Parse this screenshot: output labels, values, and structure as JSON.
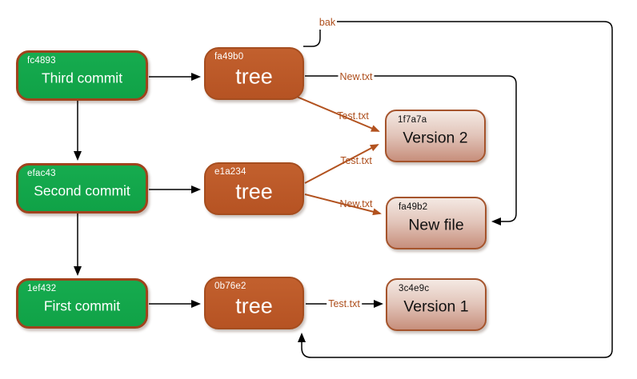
{
  "nodes": {
    "commits": [
      {
        "hash": "fc4893",
        "label": "Third commit"
      },
      {
        "hash": "efac43",
        "label": "Second commit"
      },
      {
        "hash": "1ef432",
        "label": "First commit"
      }
    ],
    "trees": [
      {
        "hash": "fa49b0",
        "label": "tree"
      },
      {
        "hash": "e1a234",
        "label": "tree"
      },
      {
        "hash": "0b76e2",
        "label": "tree"
      }
    ],
    "blobs": [
      {
        "hash": "1f7a7a",
        "label": "Version 2"
      },
      {
        "hash": "fa49b2",
        "label": "New file"
      },
      {
        "hash": "3c4e9c",
        "label": "Version 1"
      }
    ]
  },
  "edge_labels": {
    "branch_bak": "bak",
    "tree_fa49b0_new": "New.txt",
    "tree_fa49b0_test": "Test.txt",
    "tree_e1a234_test": "Test.txt",
    "tree_e1a234_new": "New.txt",
    "tree_0b76e2_test": "Test.txt"
  },
  "colors": {
    "commit_fill": "#13a74b",
    "commit_border": "#a0431d",
    "tree_fill": "#bc5a27",
    "tree_border": "#a54d1f",
    "blob_fill_top": "#f4e9e3",
    "blob_fill_bottom": "#c78f7c",
    "blob_border": "#a5542c",
    "edge_black": "#000000",
    "edge_orange": "#b2521f",
    "edge_label_text": "#ad4e1c"
  }
}
